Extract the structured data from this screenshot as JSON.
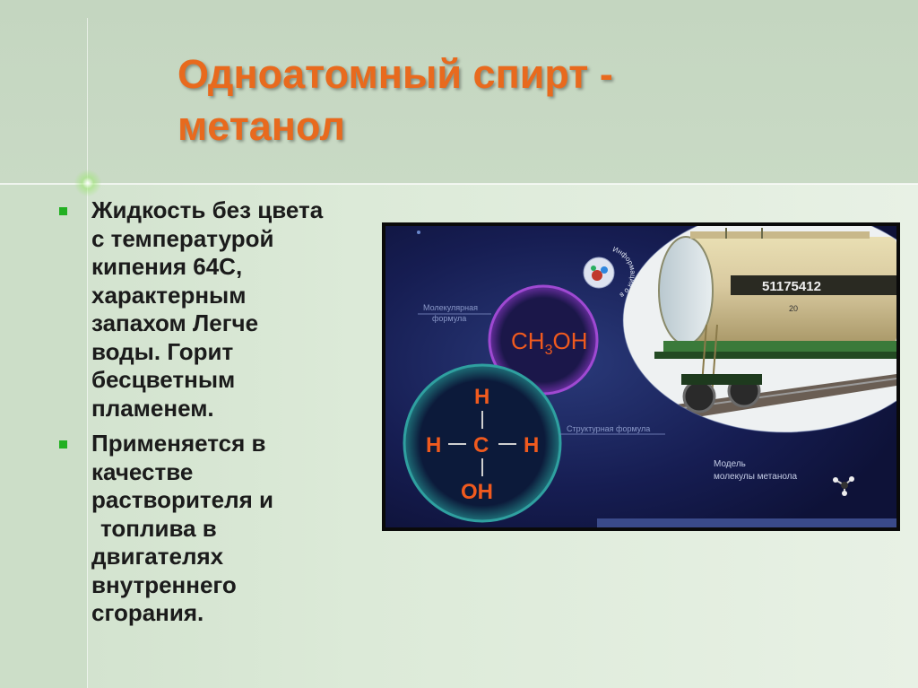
{
  "slide": {
    "title_line1": "Одноатомный спирт -",
    "title_line2": "метанол"
  },
  "bullets": [
    {
      "lines": [
        "Жидкость без цвета",
        "с температурой",
        "кипения 64С,",
        "характерным",
        "запахом Легче",
        "воды. Горит",
        "бесцветным",
        "пламенем."
      ]
    },
    {
      "lines": [
        "Применяется  в",
        "качестве",
        "растворителя и"
      ]
    }
  ],
  "continuation_lines": [
    "топлива в",
    "двигателях",
    "внутреннего",
    "сгорания."
  ],
  "figure": {
    "molecular_label_1": "Молекулярная",
    "molecular_label_2": "формула",
    "formula_ch": "CH",
    "formula_sub": "3",
    "formula_oh": "OH",
    "struct_top": "H",
    "struct_left": "H",
    "struct_center": "C",
    "struct_right": "H",
    "struct_bottom": "OH",
    "structural_label": "Структурная формула",
    "model_label_1": "Модель",
    "model_label_2": "молекулы метанола",
    "info_badge": "Информация о веществе",
    "tank_number": "51175412",
    "tank_small": "20",
    "colors": {
      "bg": "#141a4a",
      "formula_text": "#f05a1e",
      "ring_purple": "#9a3fc7",
      "ring_teal": "#2a8a8a"
    }
  }
}
